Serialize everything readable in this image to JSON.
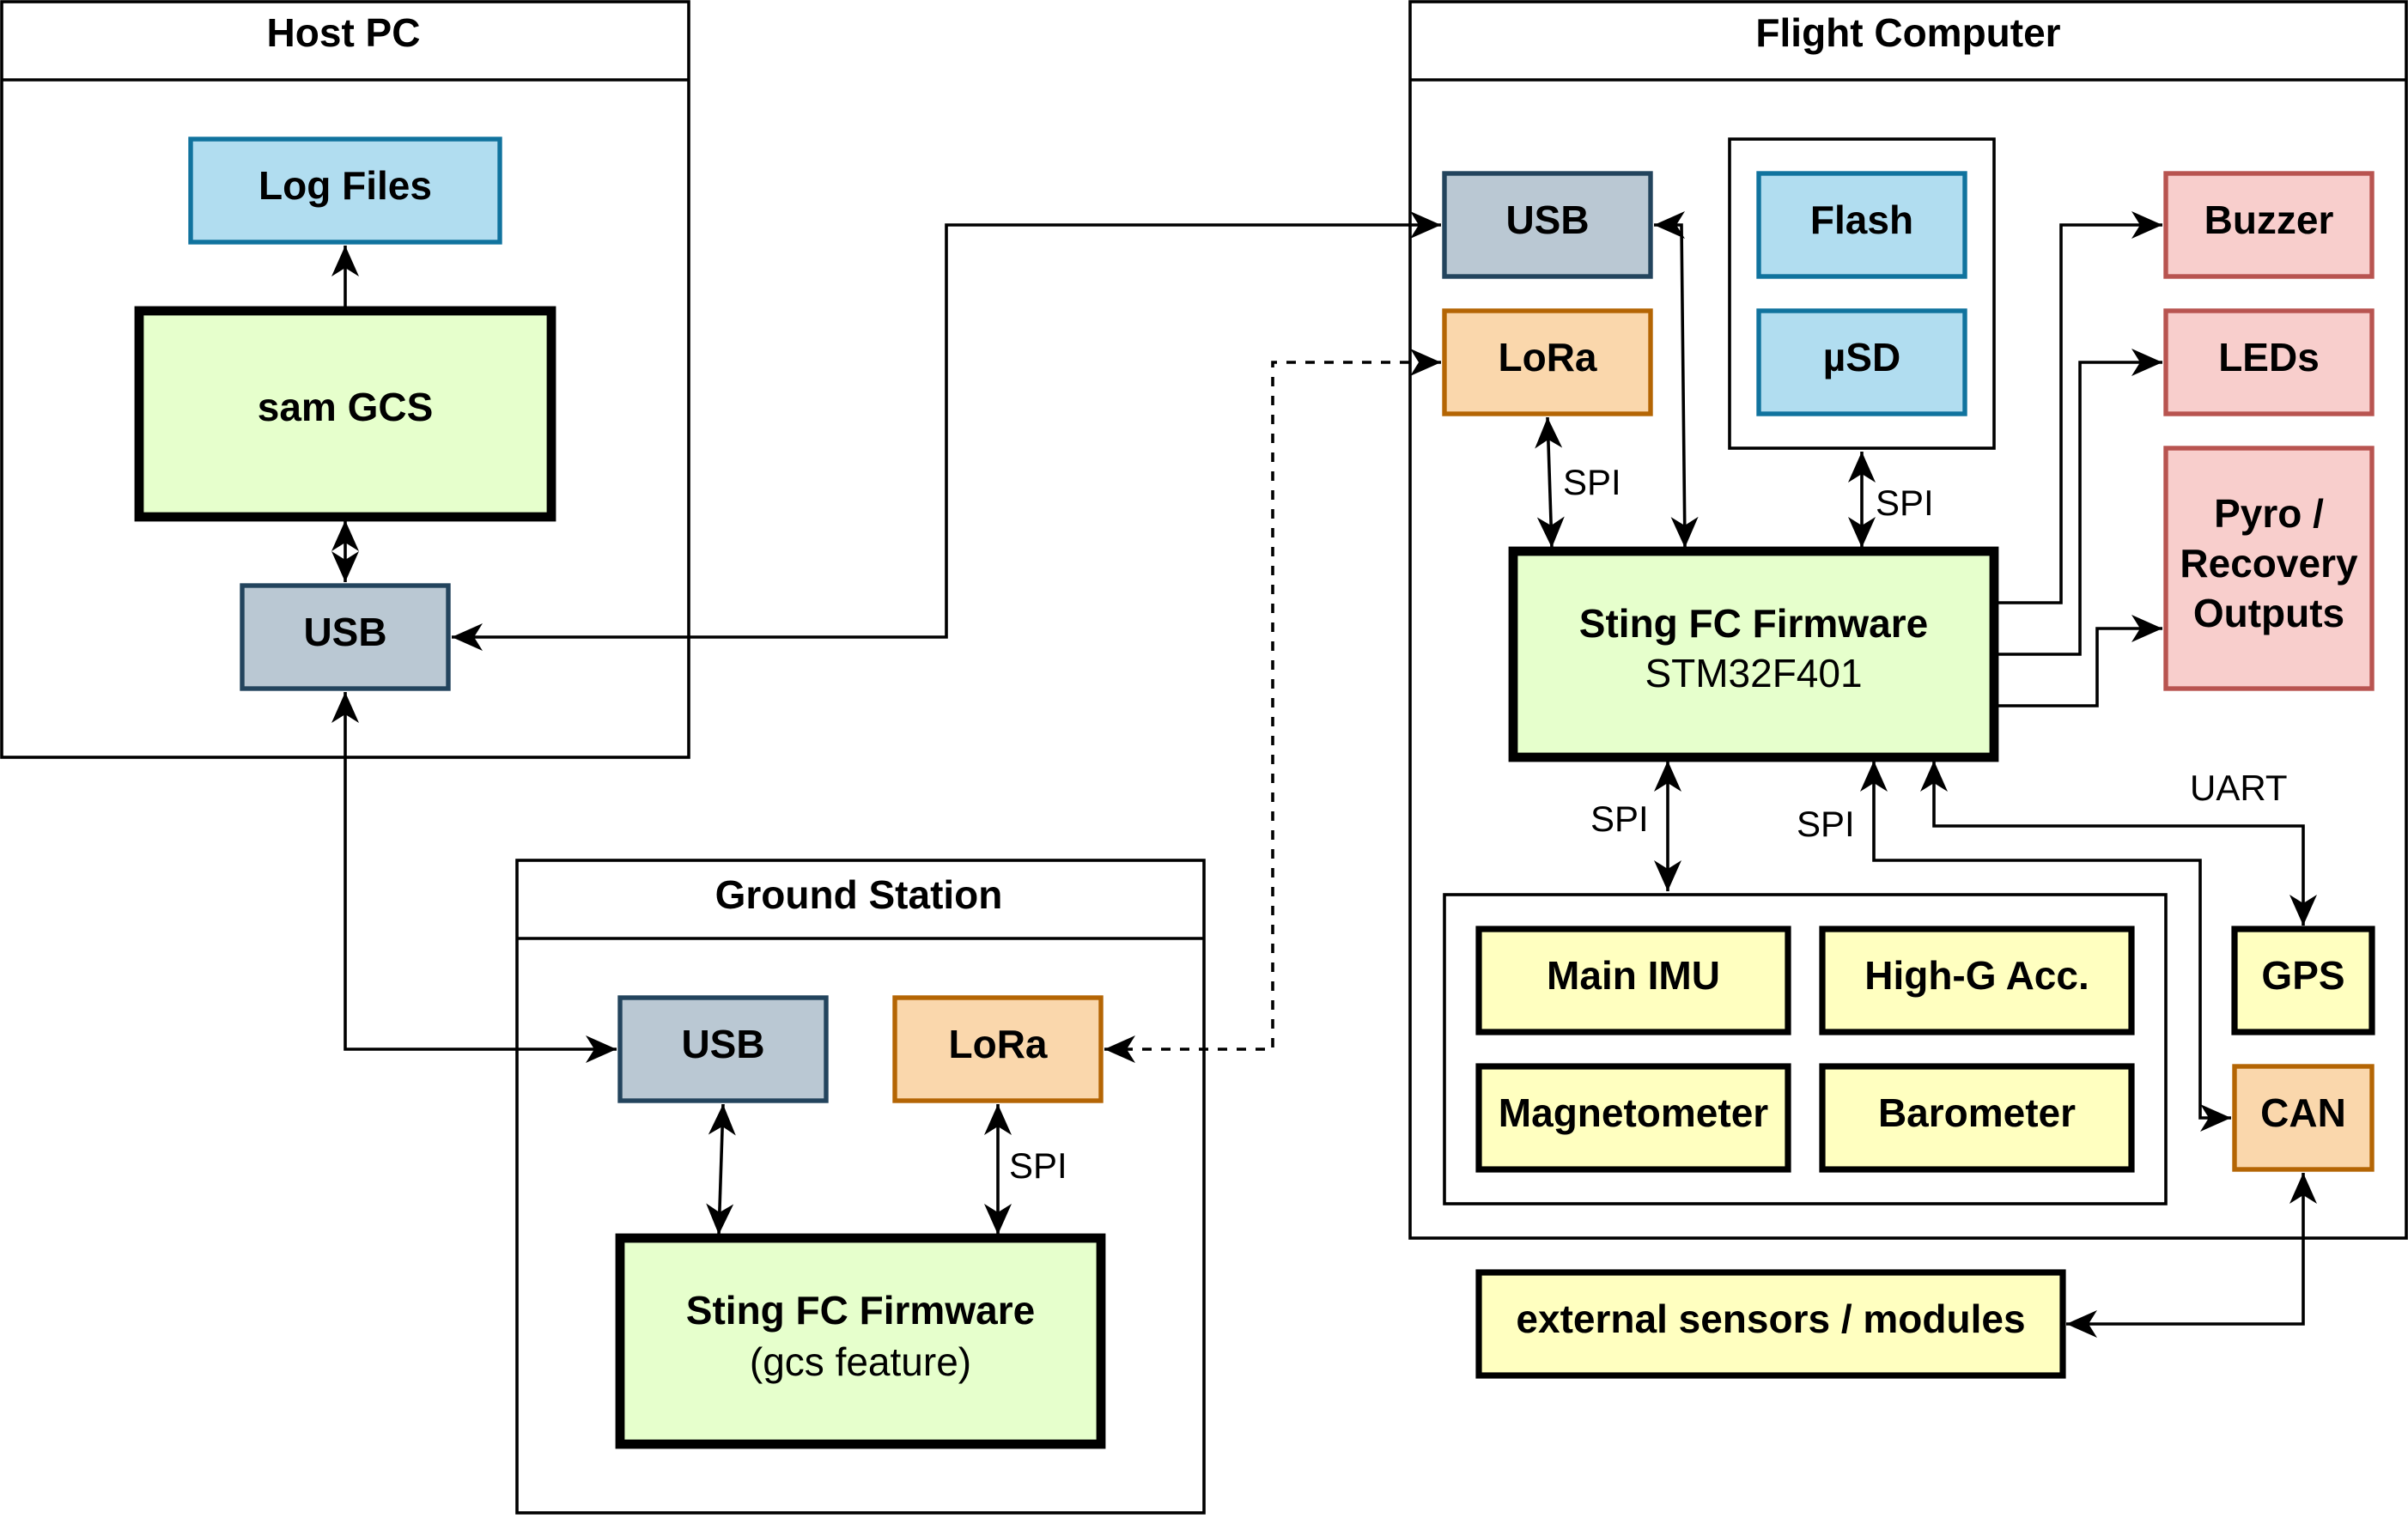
{
  "containers": {
    "host_pc": "Host PC",
    "flight_computer": "Flight Computer",
    "ground_station": "Ground Station"
  },
  "host_pc": {
    "log_files": "Log Files",
    "sam_gcs": "sam GCS",
    "usb": "USB"
  },
  "ground_station": {
    "usb": "USB",
    "lora": "LoRa",
    "firmware_title": "Sting FC Firmware",
    "firmware_subtitle": "(gcs feature)",
    "spi_label": "SPI"
  },
  "flight_computer": {
    "usb": "USB",
    "lora": "LoRa",
    "flash": "Flash",
    "usd": "µSD",
    "buzzer": "Buzzer",
    "leds": "LEDs",
    "pyro_line1": "Pyro /",
    "pyro_line2": "Recovery",
    "pyro_line3": "Outputs",
    "firmware_title": "Sting FC Firmware",
    "firmware_subtitle": "STM32F401",
    "main_imu": "Main IMU",
    "high_g": "High-G Acc.",
    "magnetometer": "Magnetometer",
    "barometer": "Barometer",
    "gps": "GPS",
    "can": "CAN",
    "spi_lora": "SPI",
    "spi_storage": "SPI",
    "spi_sensors": "SPI",
    "spi_right": "SPI",
    "uart": "UART"
  },
  "external": {
    "modules": "external sensors / modules"
  }
}
